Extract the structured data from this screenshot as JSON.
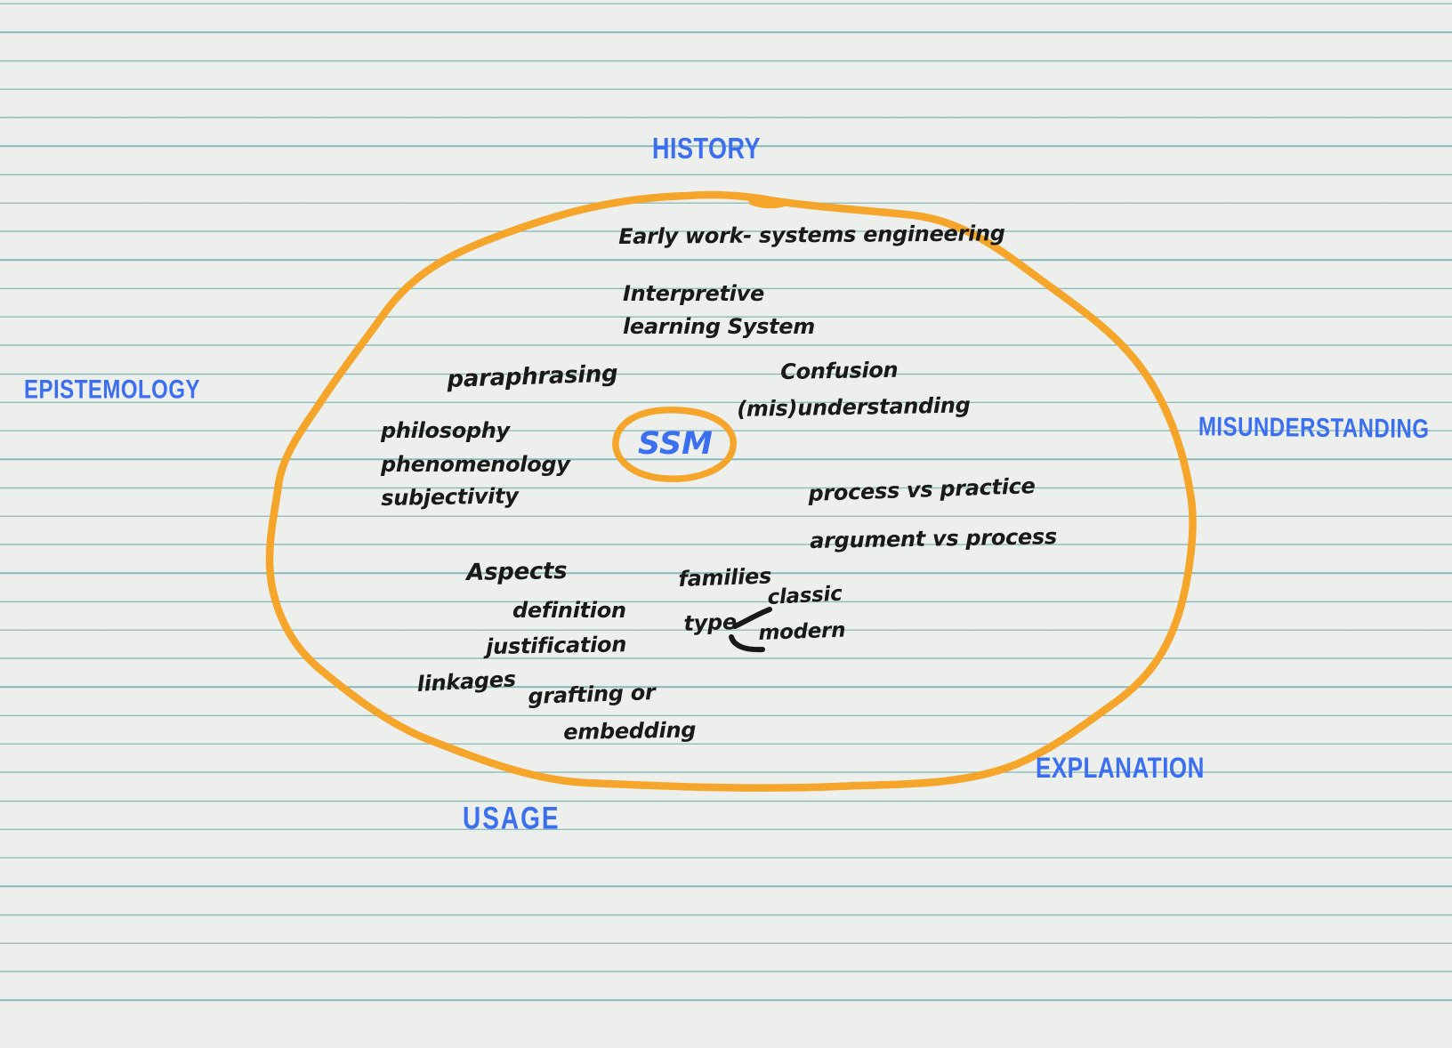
{
  "colors": {
    "paper": "#edefec",
    "rule_line": "#68a8a5",
    "ink_black": "#191919",
    "ink_blue": "#3b6ff0",
    "ink_orange": "#f6a52b"
  },
  "center_topic": {
    "text": "SSM"
  },
  "outer_labels": {
    "history": {
      "text": "HISTORY"
    },
    "epistemology": {
      "text": "EPISTEMOLOGY"
    },
    "misunderstanding": {
      "text": "MISUNDERSTANDING"
    },
    "explanation": {
      "text": "EXPLANATION"
    },
    "usage": {
      "text": "USAGE"
    }
  },
  "notes": {
    "early_work": {
      "text": "Early work- systems engineering"
    },
    "interpretive": {
      "text": "Interpretive"
    },
    "learning_system": {
      "text": "learning System"
    },
    "paraphrasing": {
      "text": "paraphrasing"
    },
    "confusion": {
      "text": "Confusion"
    },
    "mis_understanding": {
      "text": "(mis)understanding"
    },
    "philosophy": {
      "text": "philosophy"
    },
    "phenomenology": {
      "text": "phenomenology"
    },
    "subjectivity": {
      "text": "subjectivity"
    },
    "process_practice": {
      "text": "process vs practice"
    },
    "argument_process": {
      "text": "argument vs process"
    },
    "aspects": {
      "text": "Aspects"
    },
    "definition": {
      "text": "definition"
    },
    "justification": {
      "text": "justification"
    },
    "families": {
      "text": "families"
    },
    "type": {
      "text": "type"
    },
    "classic": {
      "text": "classic"
    },
    "modern": {
      "text": "modern"
    },
    "linkages": {
      "text": "linkages"
    },
    "grafting_or": {
      "text": "grafting or"
    },
    "embedding": {
      "text": "embedding"
    }
  }
}
